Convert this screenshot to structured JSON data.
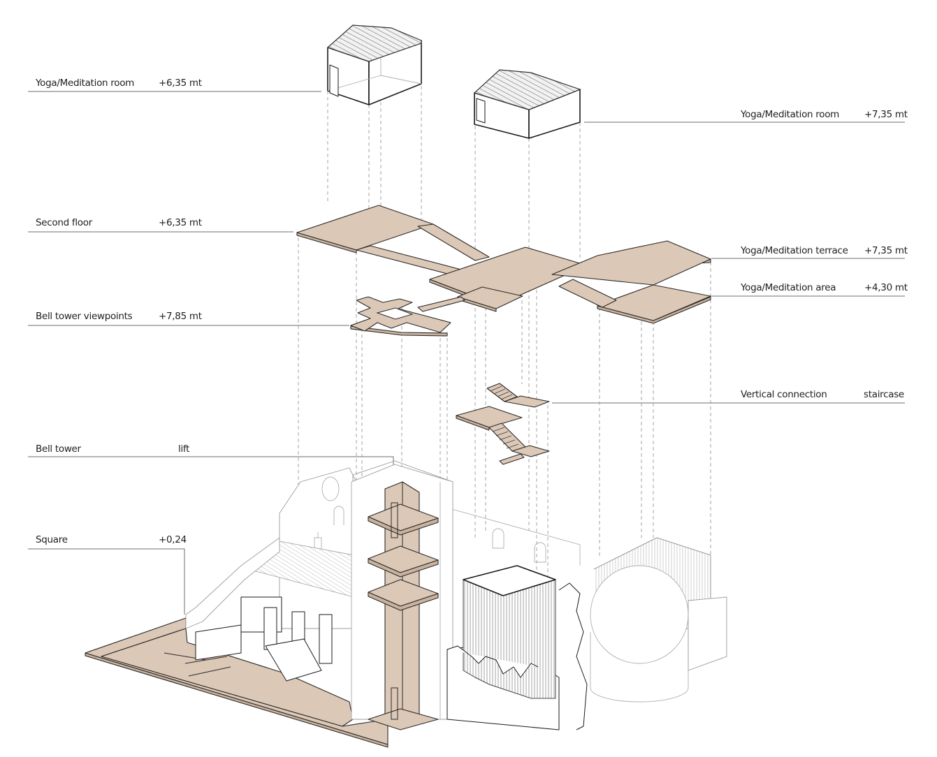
{
  "colors": {
    "slab": "#dcc8b6",
    "slab_dark": "#c9b29d",
    "ink": "#1a1a1a",
    "leader": "#6e6e6e"
  },
  "labels": {
    "room_left": {
      "name": "Yoga/Meditation room",
      "value": "+6,35 mt"
    },
    "room_right": {
      "name": "Yoga/Meditation room",
      "value": "+7,35 mt"
    },
    "second_floor": {
      "name": "Second floor",
      "value": "+6,35 mt"
    },
    "terrace": {
      "name": "Yoga/Meditation terrace",
      "value": "+7,35 mt"
    },
    "area": {
      "name": "Yoga/Meditation area",
      "value": "+4,30 mt"
    },
    "viewpoints": {
      "name": "Bell tower viewpoints",
      "value": "+7,85 mt"
    },
    "staircase": {
      "name": "Vertical connection",
      "value": "staircase"
    },
    "bell_tower": {
      "name": "Bell tower",
      "value": "lift"
    },
    "square": {
      "name": "Square",
      "value": "+0,24"
    }
  }
}
